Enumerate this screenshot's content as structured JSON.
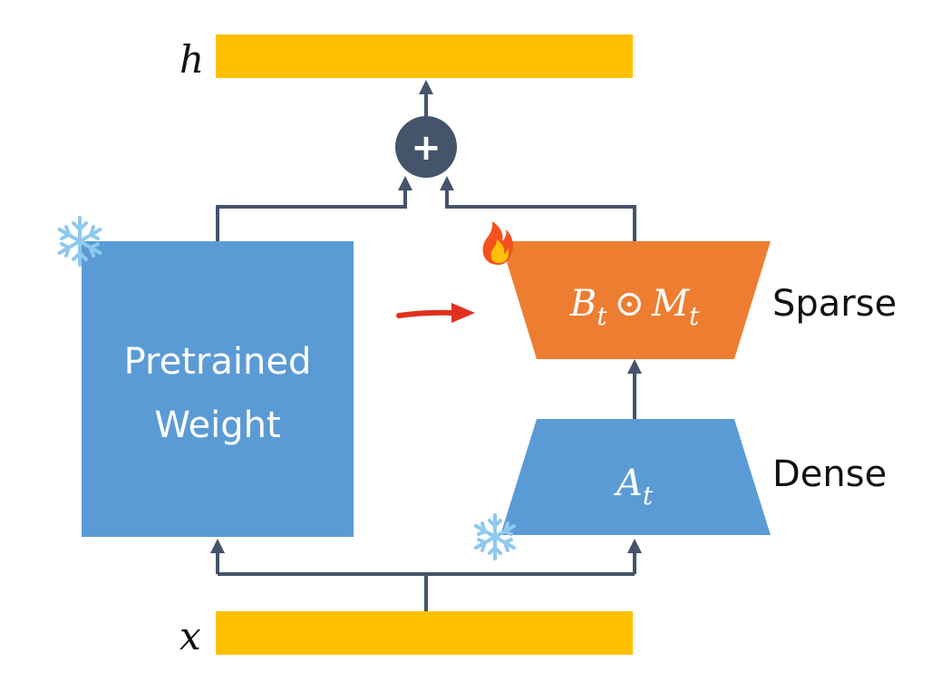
{
  "labels": {
    "output": "h",
    "input": "x",
    "pretrained_line1": "Pretrained",
    "pretrained_line2": "Weight",
    "sparse_B": "B",
    "sparse_sub": "t",
    "odot": "⊙",
    "sparse_M": "M",
    "dense_A": "A",
    "dense_sub": "t",
    "plus": "+",
    "sparse_side": "Sparse",
    "dense_side": "Dense"
  },
  "colors": {
    "bar": "#FFC000",
    "pretrained_block": "#5B9BD5",
    "sparse_block": "#ED7D31",
    "dense_block": "#5B9BD5",
    "connector": "#44546A",
    "red_arrow": "#E0301E",
    "snowflake": "#8FC9F0"
  },
  "icons": {
    "frozen": "snowflake-icon",
    "trainable": "fire-icon",
    "sum": "plus-circle-icon"
  }
}
